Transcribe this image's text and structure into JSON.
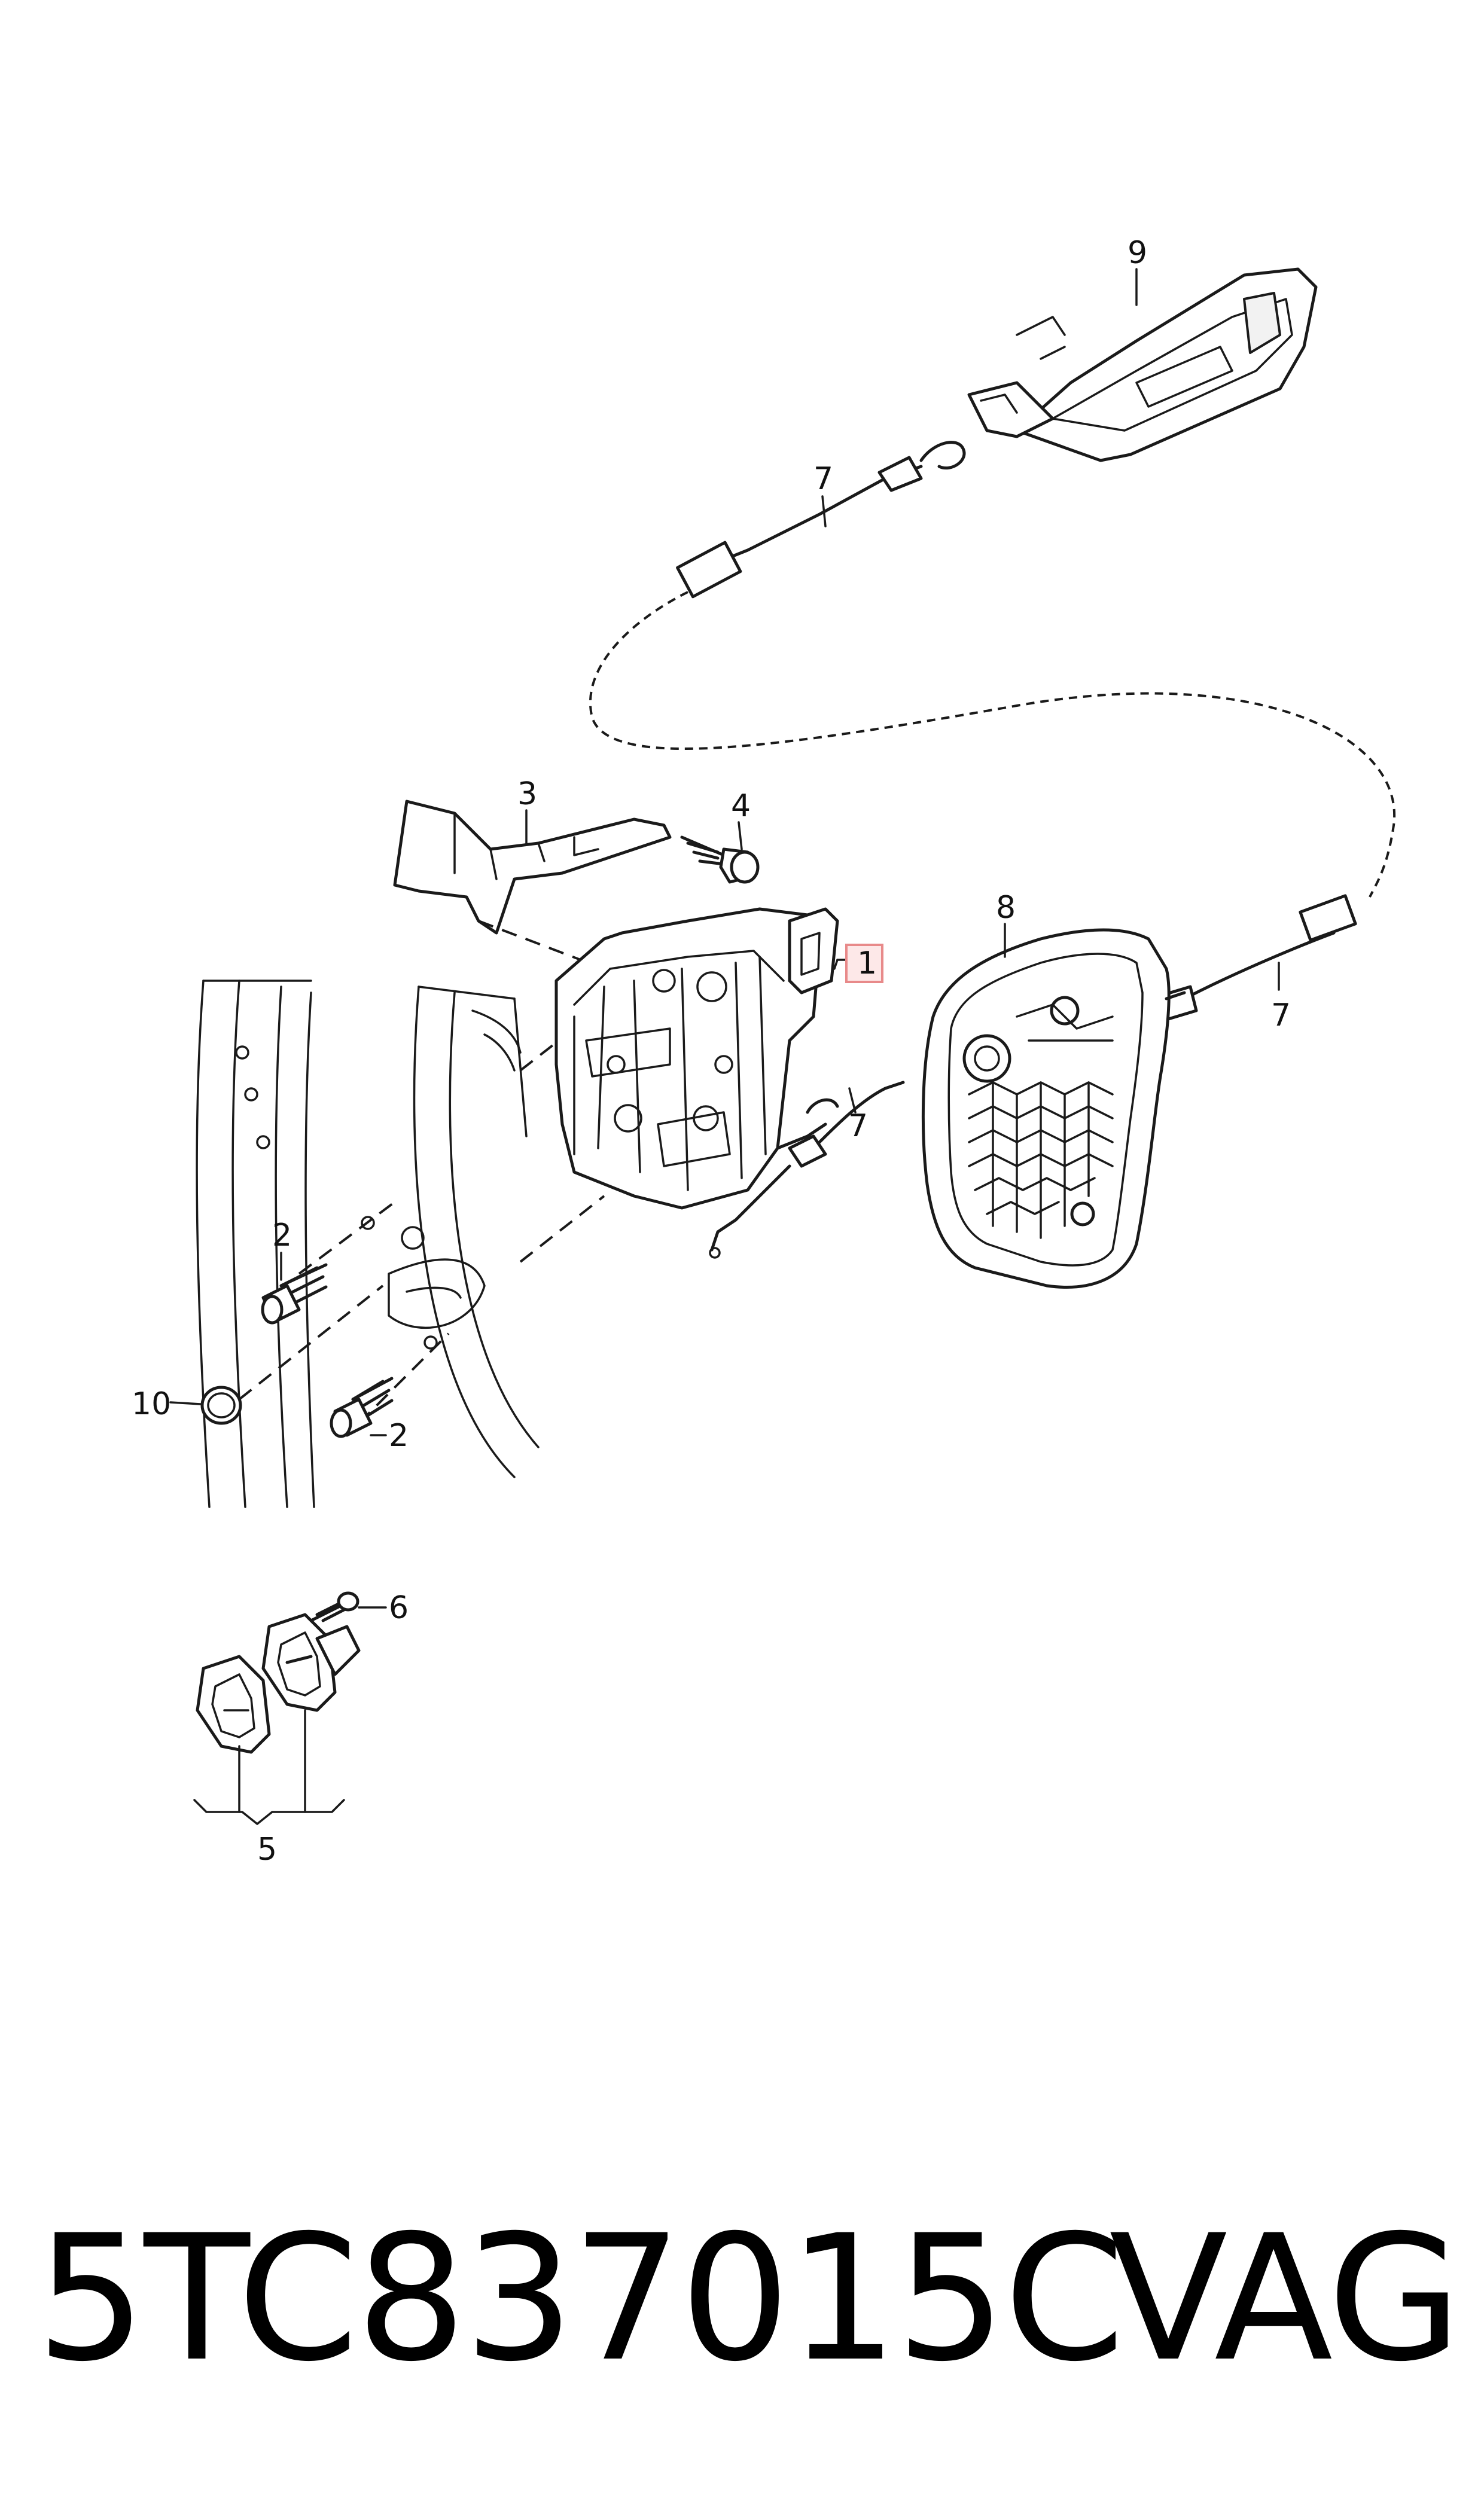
{
  "diagram": {
    "callouts": {
      "c1": "1",
      "c2a": "2",
      "c2b": "2",
      "c3": "3",
      "c4": "4",
      "c5": "5",
      "c6": "6",
      "c7a": "7",
      "c7b": "7",
      "c7c": "7",
      "c8": "8",
      "c9": "9",
      "c10": "10"
    },
    "highlight_color": "#e88a8a"
  },
  "footer": {
    "part_number": "5TC837015C",
    "brand": "VAG"
  }
}
